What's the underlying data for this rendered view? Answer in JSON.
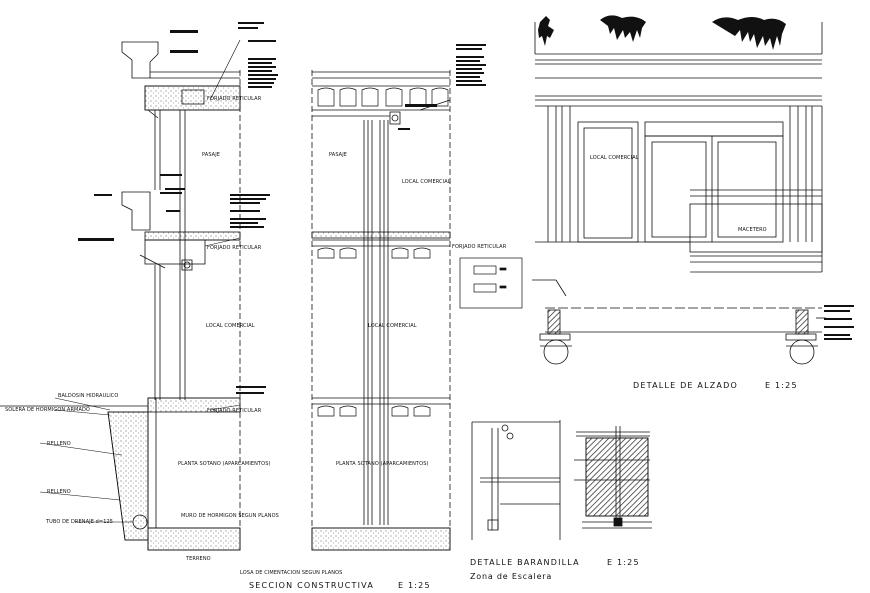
{
  "sheet": {
    "titles": {
      "seccion": "SECCION CONSTRUCTIVA",
      "seccion_scale": "E  1:25",
      "alzado": "DETALLE DE ALZADO",
      "alzado_scale": "E  1:25",
      "barandilla": "DETALLE BARANDILLA",
      "barandilla_scale": "E  1:25",
      "barandilla_note": "Zona de Escalera"
    },
    "labels": {
      "forjado_1": "FORJADO RETICULAR",
      "forjado_2": "FORJADO RETICULAR",
      "forjado_3": "FORJADO RETICULAR",
      "forjado_4": "FORJADO RETICULAR",
      "pasaje_1": "PASAJE",
      "pasaje_2": "PASAJE",
      "local_1": "LOCAL COMERCIAL",
      "local_2": "LOCAL COMERCIAL",
      "local_3": "LOCAL COMERCIAL",
      "local_alzado": "LOCAL COMERCIAL",
      "sotano_1": "PLANTA SOTANO (APARCAMIENTOS)",
      "sotano_2": "PLANTA SOTANO (APARCAMIENTOS)",
      "muro": "MURO DE HORMIGON SEGUN PLANOS",
      "losa": "LOSA DE CIMENTACION SEGUN PLANOS",
      "terreno": "TERRENO",
      "baldosin": "BALDOSIN HIDRAULICO",
      "solera": "SOLERA DE HORMIGON ARMADO",
      "relleno_1": "RELLENO",
      "relleno_2": "RELLENO",
      "tubo": "TUBO DE DRENAJE d=125",
      "macetero": "MACETERO"
    }
  }
}
